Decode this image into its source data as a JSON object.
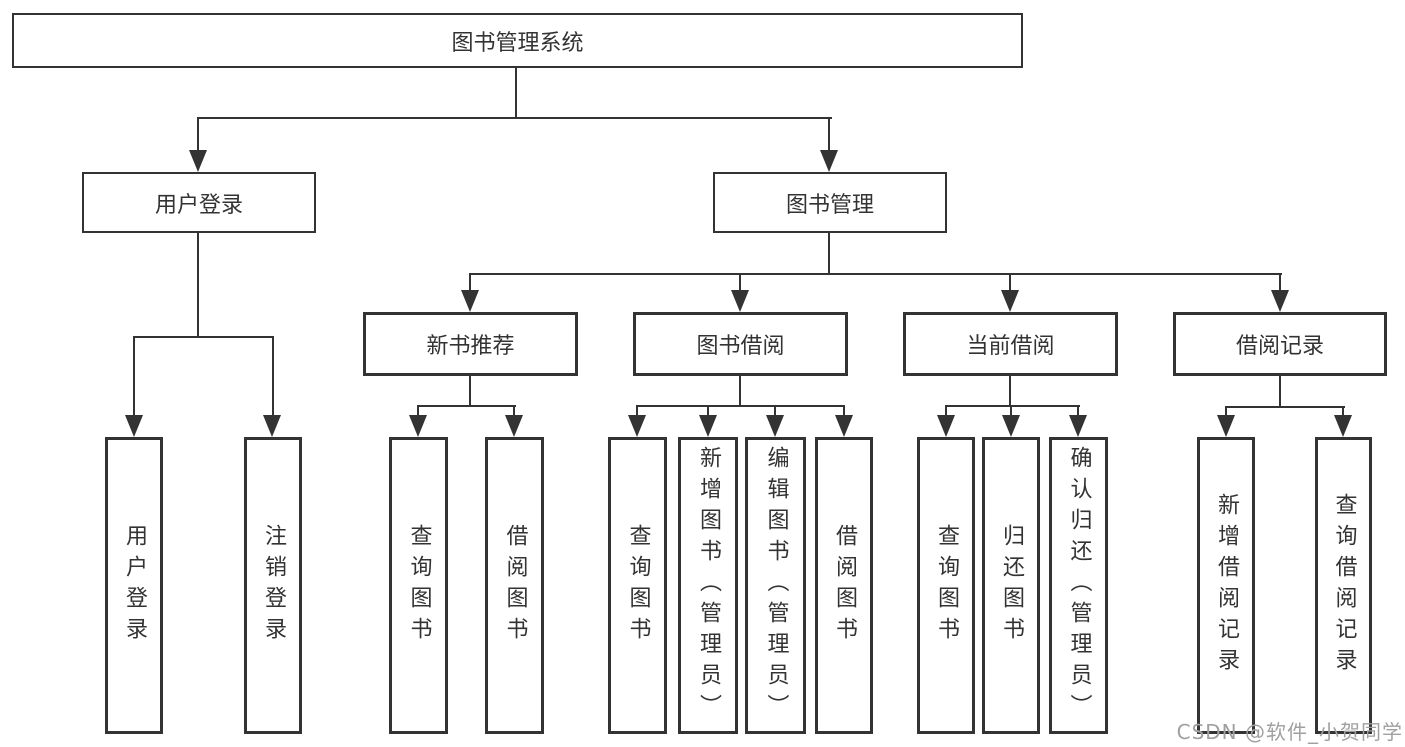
{
  "diagram": {
    "root": {
      "label": "图书管理系统"
    },
    "level2": [
      {
        "id": "user-login",
        "label": "用户登录",
        "parent": "图书管理系统"
      },
      {
        "id": "book-management",
        "label": "图书管理",
        "parent": "图书管理系统"
      }
    ],
    "level3": [
      {
        "id": "new-book-recommend",
        "label": "新书推荐",
        "parent": "图书管理"
      },
      {
        "id": "book-borrow",
        "label": "图书借阅",
        "parent": "图书管理"
      },
      {
        "id": "current-borrow",
        "label": "当前借阅",
        "parent": "图书管理"
      },
      {
        "id": "borrow-record",
        "label": "借阅记录",
        "parent": "图书管理"
      }
    ],
    "leaves": [
      {
        "label": "用户登录",
        "parent": "用户登录"
      },
      {
        "label": "注销登录",
        "parent": "用户登录"
      },
      {
        "label": "查询图书",
        "parent": "新书推荐"
      },
      {
        "label": "借阅图书",
        "parent": "新书推荐"
      },
      {
        "label": "查询图书",
        "parent": "图书借阅"
      },
      {
        "label": "新增图书（管理员）",
        "parent": "图书借阅"
      },
      {
        "label": "编辑图书（管理员）",
        "parent": "图书借阅"
      },
      {
        "label": "借阅图书",
        "parent": "图书借阅"
      },
      {
        "label": "查询图书",
        "parent": "当前借阅"
      },
      {
        "label": "归还图书",
        "parent": "当前借阅"
      },
      {
        "label": "确认归还（管理员）",
        "parent": "当前借阅"
      },
      {
        "label": "新增借阅记录",
        "parent": "借阅记录"
      },
      {
        "label": "查询借阅记录",
        "parent": "借阅记录"
      }
    ]
  },
  "watermark": {
    "text": "CSDN @软件_小贺同学",
    "color": "#a0a0a0"
  },
  "colors": {
    "line": "#333333",
    "text": "#333333",
    "background": "#ffffff",
    "node_fill": "#ffffff"
  }
}
